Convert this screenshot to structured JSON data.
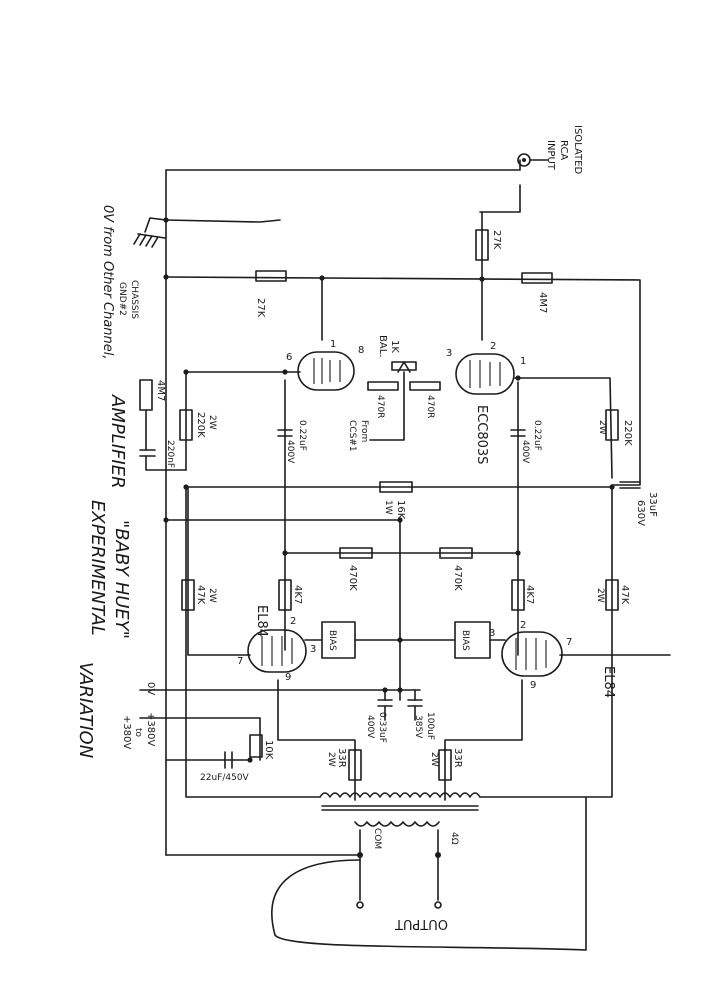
{
  "title_top": "\"BABY HUEY\"",
  "title_mid": "EXPERIMENTAL",
  "title_bottom": "VARIATION",
  "subtitle": "AMPLIFIER",
  "input": {
    "line1": "ISOLATED",
    "line2": "RCA",
    "line3": "INPUT"
  },
  "chassis": {
    "label1": "CHASSIS",
    "label2": "GND#2"
  },
  "other_channel": "0V from Other Channel,",
  "tube_pair": "ECC803S",
  "power_tube": "EL84",
  "pins": [
    "1",
    "2",
    "3",
    "6",
    "7",
    "8",
    "9"
  ],
  "balance": {
    "value": "1K",
    "name": "BAL."
  },
  "from_ccs": {
    "line1": "From",
    "line2": "CCS#1"
  },
  "resistors": {
    "r_27k_a": "27K",
    "r_27k_b": "27K",
    "r_4m7_a": "4M7",
    "r_4m7_b": "4M7",
    "r_470r_a": "470R",
    "r_470r_b": "470R",
    "r_220k_a": "220K",
    "r_220k_a_w": "2W",
    "r_220k_b": "220K",
    "r_220k_b_w": "2W",
    "r_16k": "16K",
    "r_16k_w": "1W",
    "r_470k_a": "470K",
    "r_470k_b": "470K",
    "r_4k7_a": "4K7",
    "r_4k7_b": "4K7",
    "r_47k_a": "47K",
    "r_47k_a_w": "2W",
    "r_47k_b": "47K",
    "r_47k_b_w": "2W",
    "r_33r_a": "33R",
    "r_33r_a_w": "2W",
    "r_33r_b": "33R",
    "r_33r_b_w": "2W",
    "r_10k": "10K"
  },
  "capacitors": {
    "c_coupling_a": "0.22uF",
    "c_coupling_a_v": "400V",
    "c_coupling_b": "0.22uF",
    "c_coupling_b_v": "400V",
    "c_220nf": "220nF",
    "c_33uf": "33uF",
    "c_33uf_v": "630V",
    "c_bias_a": "0.33uF",
    "c_bias_a_v": "400V",
    "c_bias_b": "100uF",
    "c_bias_b_v": "385V",
    "c_psu": "22uF/450V"
  },
  "bias_label": "BIAS",
  "supply": {
    "zero": "0V",
    "hv": "+380V",
    "to": "to",
    "hv2": "+380V"
  },
  "output": {
    "label": "OUTPUT",
    "com": "COM",
    "ohms": "4Ω"
  }
}
